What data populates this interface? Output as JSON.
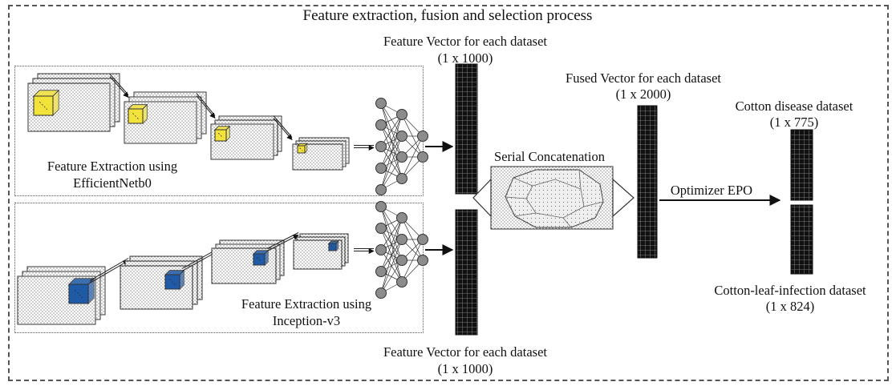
{
  "title": "Feature extraction, fusion and selection process",
  "feature_vector_top": {
    "label": "Feature Vector for each dataset",
    "dim": "(1 x 1000)"
  },
  "feature_vector_bottom": {
    "label": "Feature Vector for each dataset",
    "dim": "(1 x 1000)"
  },
  "fused_vector": {
    "label": "Fused Vector for each dataset",
    "dim": "(1 x 2000)"
  },
  "serial_concatenation": "Serial Concatenation",
  "optimizer": "Optimizer EPO",
  "cotton_disease": {
    "label": "Cotton disease dataset",
    "dim": "(1 x 775)"
  },
  "cotton_leaf": {
    "label": "Cotton-leaf-infection dataset",
    "dim": "(1 x 824)"
  },
  "efficientnet": {
    "line1": "Feature Extraction using",
    "line2": "EfficientNetb0"
  },
  "inception": {
    "line1": "Feature Extraction using",
    "line2": "Inception-v3"
  },
  "colors": {
    "efficientnet_cube": "#f2e23a",
    "inception_cube": "#1f5aa6",
    "vector": "#111111",
    "neuron": "#8c8c8c"
  }
}
